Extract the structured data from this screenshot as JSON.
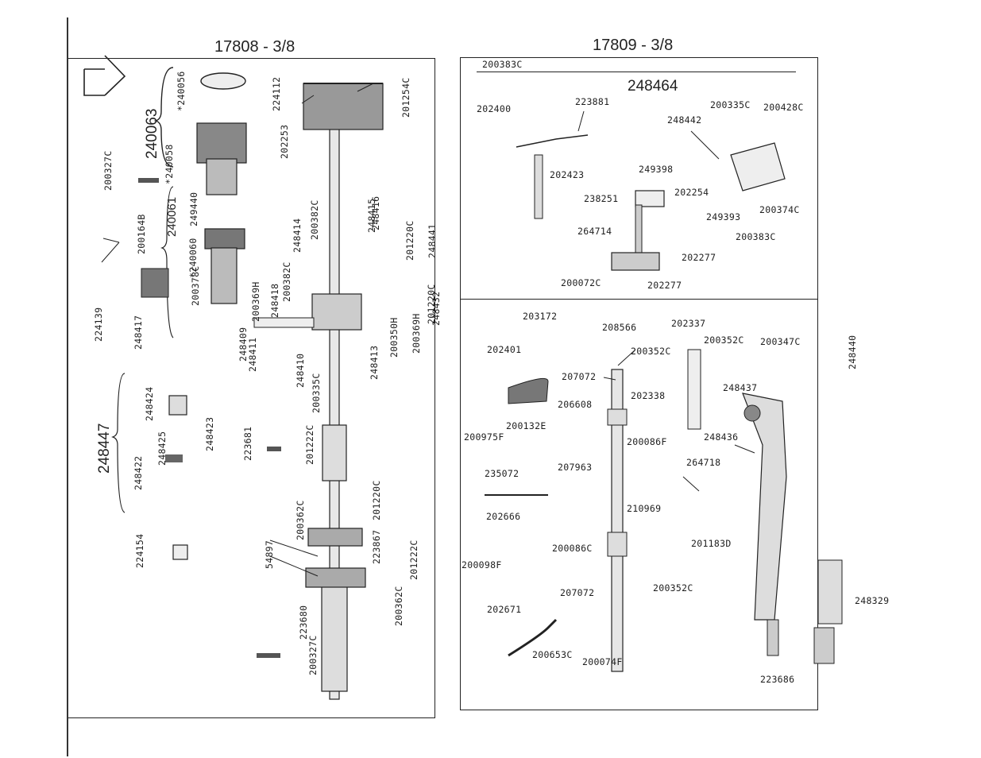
{
  "headers": {
    "left": "17808 - 3/8",
    "right": "17809 - 3/8"
  },
  "groups": {
    "g240063": "240063",
    "g240061": "240061",
    "g248447": "248447",
    "g248464": "248464"
  },
  "left_rot_labels": [
    "200327C",
    "*240056",
    "*240058",
    "249440",
    "*240060",
    "200164B",
    "200378C",
    "224139",
    "248417",
    "248424",
    "248422",
    "248425",
    "248423",
    "224112",
    "202253",
    "201254C",
    "200382C",
    "248414",
    "248416",
    "248415",
    "200382C",
    "201220C",
    "248441",
    "248418",
    "200369H",
    "201220C",
    "248409",
    "248411",
    "248410",
    "248413",
    "200350H",
    "200369H",
    "248432",
    "200335C",
    "223681",
    "201222C",
    "200362C",
    "201220C",
    "223867",
    "54897",
    "224154",
    "201222C",
    "200362C",
    "223680",
    "200327C"
  ],
  "right_labels": [
    "200383C",
    "202400",
    "223881",
    "200335C",
    "200428C",
    "248442",
    "202423",
    "249398",
    "202254",
    "238251",
    "200374C",
    "249393",
    "200383C",
    "264714",
    "202277",
    "200072C",
    "202277",
    "203172",
    "208566",
    "202337",
    "200352C",
    "200352C",
    "200347C",
    "202401",
    "207072",
    "202338",
    "248437",
    "206608",
    "200132E",
    "200086F",
    "200975F",
    "248436",
    "235072",
    "207963",
    "264718",
    "210969",
    "202666",
    "201183D",
    "200098F",
    "200086C",
    "200352C",
    "207072",
    "202671",
    "200653C",
    "200074F",
    "223686",
    "248329"
  ],
  "right_rot_labels": [
    "248440"
  ]
}
